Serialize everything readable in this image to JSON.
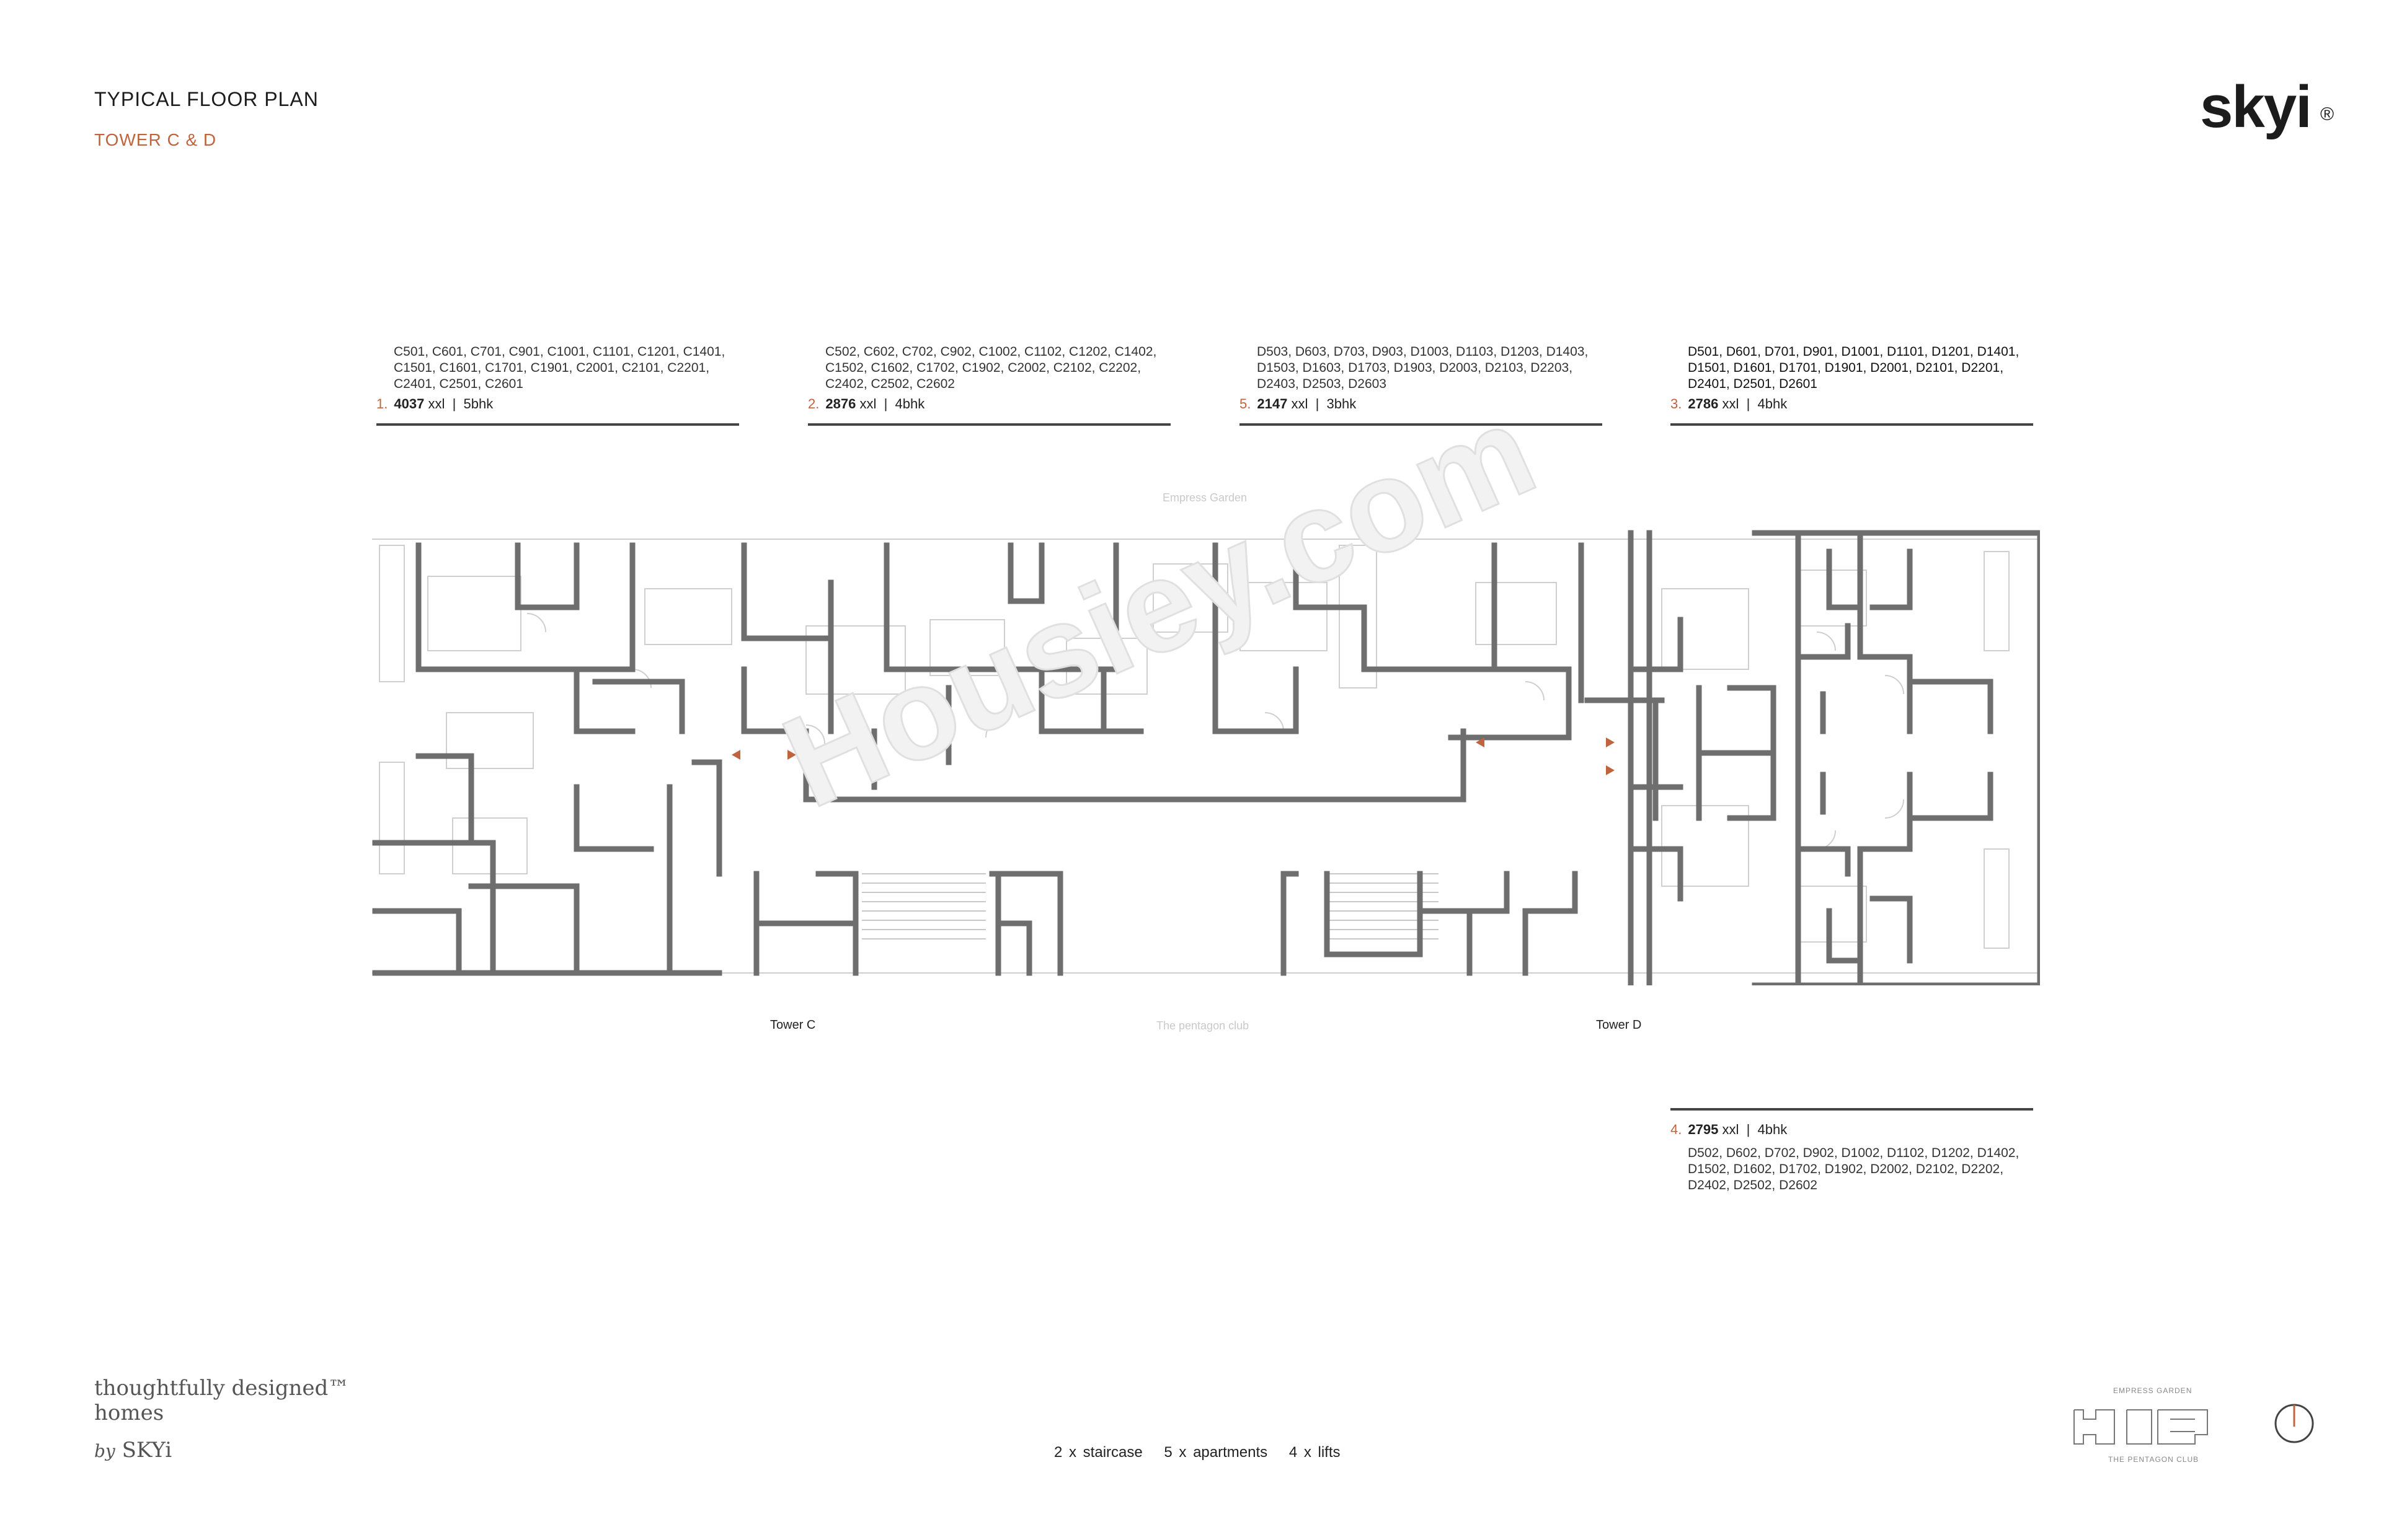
{
  "header": {
    "title": "TYPICAL FLOOR PLAN",
    "subtitle": "TOWER C & D",
    "logo_text": "skyi",
    "logo_mark": "®"
  },
  "units": [
    {
      "number": "1.",
      "area": "4037",
      "unit": "xxl",
      "separator": "|",
      "type": "5bhk",
      "codes": "C501, C601, C701, C901, C1001, C1101, C1201, C1401, C1501, C1601, C1701, C1901, C2001, C2101, C2201, C2401, C2501, C2601"
    },
    {
      "number": "2.",
      "area": "2876",
      "unit": "xxl",
      "separator": "|",
      "type": "4bhk",
      "codes": "C502, C602, C702, C902, C1002, C1102, C1202, C1402, C1502, C1602, C1702, C1902, C2002, C2102, C2202, C2402, C2502, C2602"
    },
    {
      "number": "5.",
      "area": "2147",
      "unit": "xxl",
      "separator": "|",
      "type": "3bhk",
      "codes": "D503, D603, D703, D903, D1003, D1103, D1203, D1403, D1503, D1603, D1703, D1903, D2003, D2103, D2203, D2403, D2503, D2603"
    },
    {
      "number": "3.",
      "area": "2786",
      "unit": "xxl",
      "separator": "|",
      "type": "4bhk",
      "codes": "D501, D601, D701, D901, D1001, D1101, D1201, D1401, D1501, D1601, D1701, D1901, D2001, D2101, D2201, D2401, D2501, D2601"
    },
    {
      "number": "4.",
      "area": "2795",
      "unit": "xxl",
      "separator": "|",
      "type": "4bhk",
      "codes": "D502, D602, D702, D902, D1002, D1102, D1202, D1402, D1502, D1602, D1702, D1902, D2002, D2102, D2202, D2402, D2502, D2602"
    }
  ],
  "plan": {
    "top_label": "Empress Garden",
    "bottom_label": "The pentagon club",
    "tower_c": "Tower C",
    "tower_d": "Tower D",
    "watermark": "Housiey.com"
  },
  "footer": {
    "tagline_line1": "thoughtfully designed™",
    "tagline_line2": "homes",
    "by": "by",
    "brand": "SKYi",
    "stat_staircase": "2 x staircase",
    "stat_apartments": "5 x apartments",
    "stat_lifts": "4 x lifts",
    "keyplan_top": "EMPRESS GARDEN",
    "keyplan_bottom": "THE PENTAGON CLUB"
  },
  "colors": {
    "accent": "#c0643f",
    "wall": "#6e6e6e",
    "text": "#1c1c1c"
  }
}
